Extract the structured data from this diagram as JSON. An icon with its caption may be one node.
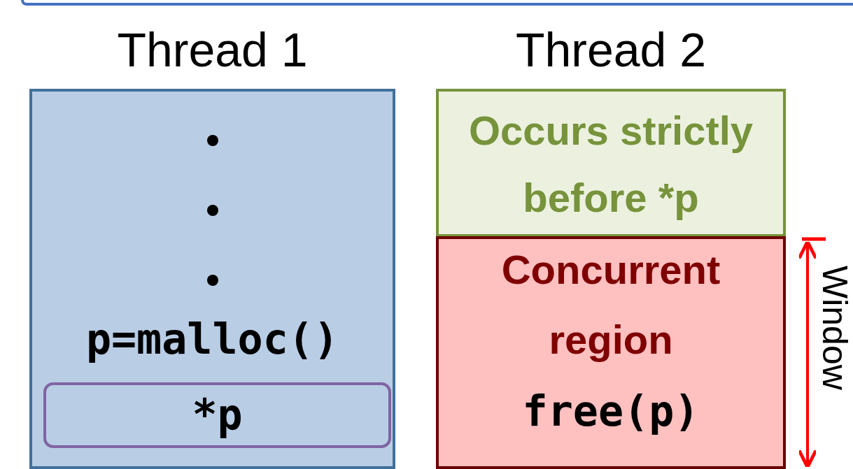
{
  "diagram": {
    "nodes": [
      {
        "text": [
          "Thread 1",
          "p=malloc()"
        ]
      },
      {
        "text": [
          "*p"
        ],
        "in": 0
      },
      {
        "text": [
          "Thread 2",
          "Occurs strictly before *p"
        ]
      },
      {
        "text": [
          "Concurrent region",
          "free(p)"
        ]
      }
    ],
    "edges": [],
    "labels": [
      "Window"
    ]
  }
}
